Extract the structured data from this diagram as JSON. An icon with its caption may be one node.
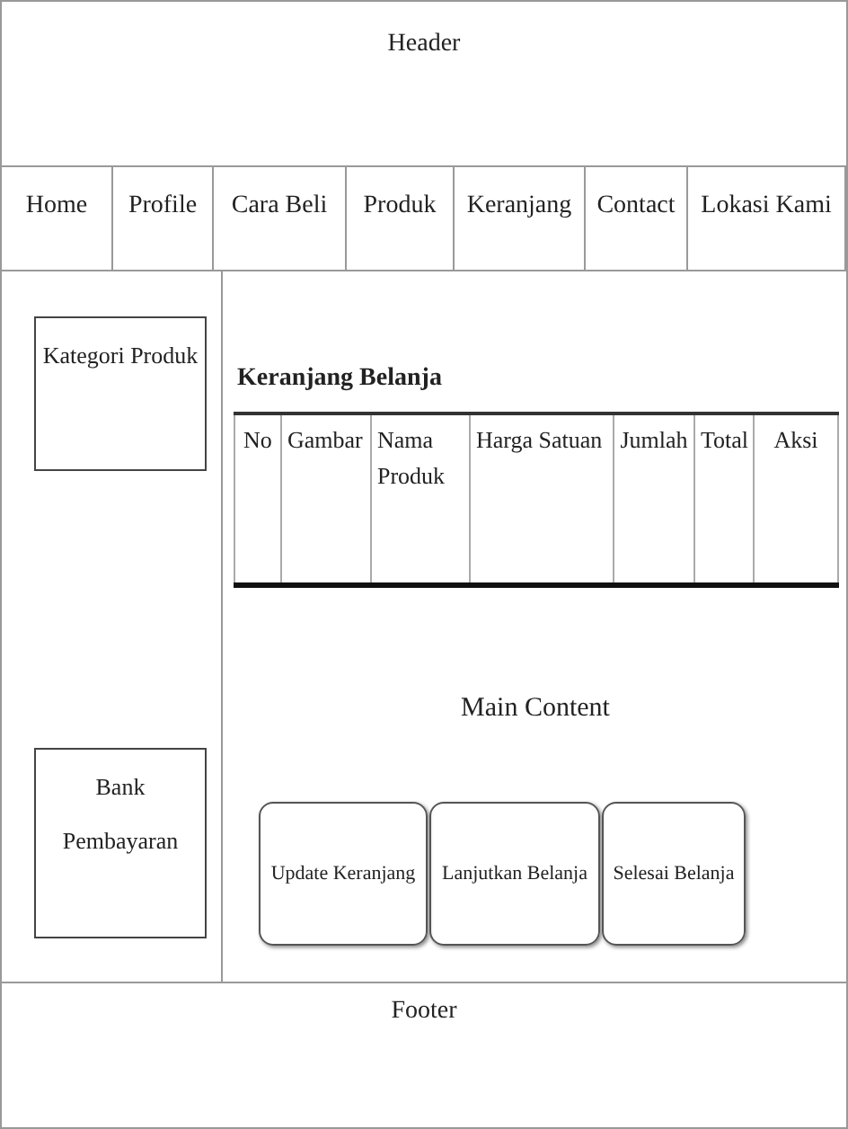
{
  "diagram": {
    "nodes": [
      {
        "text": [
          "Header"
        ]
      },
      {
        "text": [
          "Home"
        ]
      },
      {
        "text": [
          "Profile"
        ]
      },
      {
        "text": [
          "Cara Beli"
        ]
      },
      {
        "text": [
          "Produk"
        ]
      },
      {
        "text": [
          "Keranjang"
        ]
      },
      {
        "text": [
          "Contact"
        ]
      },
      {
        "text": [
          "Lokasi Kami"
        ]
      },
      {
        "text": [
          "Kategori Produk"
        ]
      },
      {
        "text": [
          "Bank Pembayaran"
        ]
      },
      {
        "text": [
          "Keranjang Belanja",
          "Main Content"
        ]
      },
      {
        "text": [
          "Update Keranjang"
        ],
        "in": 10
      },
      {
        "text": [
          "Lanjutkan Belanja"
        ],
        "in": 10
      },
      {
        "text": [
          "Selesai Belanja"
        ],
        "in": 10
      },
      {
        "text": [
          "Footer"
        ]
      }
    ],
    "edges": [],
    "labels": [
      "No",
      "Gambar",
      "Nama Produk",
      "Harga Satuan",
      "Jumlah",
      "Total",
      "Aksi"
    ]
  }
}
